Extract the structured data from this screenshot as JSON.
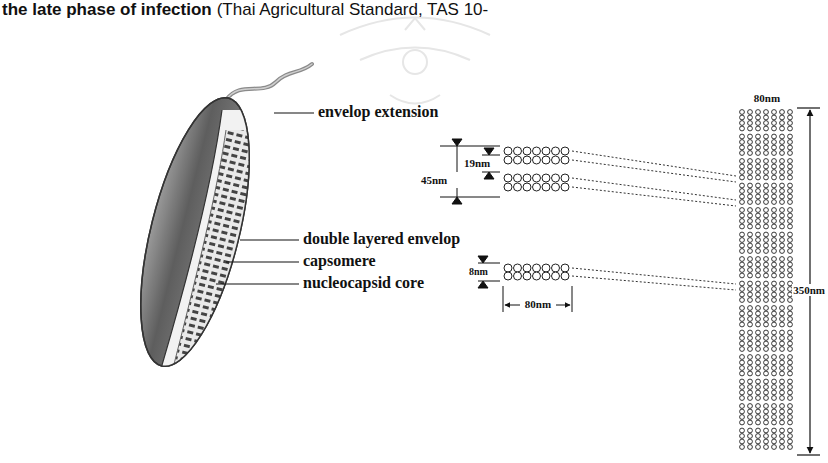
{
  "diagram": {
    "labels": [
      "the late phase of infection",
      "(Thai Agricultural Standard, TAS 10-",
      "envelop extension",
      "double layered envelop",
      "capsomere",
      "nucleocapsid core",
      "80nm",
      "45nm",
      "19nm",
      "8nm",
      "80nm",
      "350nm"
    ]
  }
}
